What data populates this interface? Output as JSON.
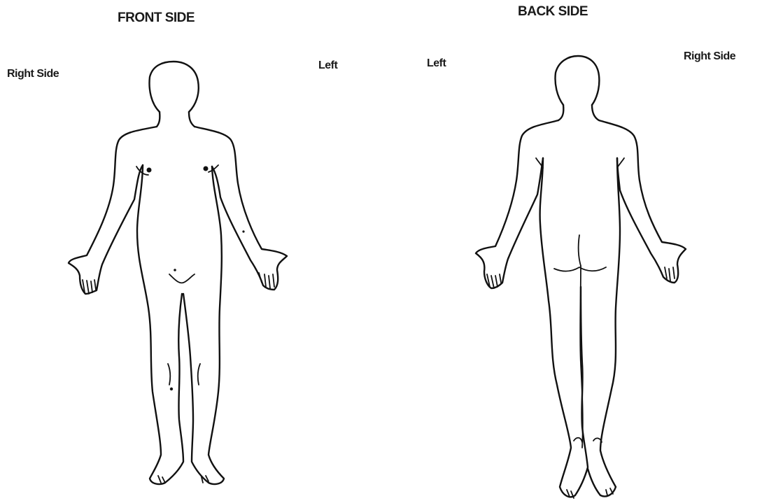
{
  "diagram": {
    "front": {
      "title": "FRONT SIDE",
      "right_label": "Right Side",
      "left_label": "Left"
    },
    "back": {
      "title": "BACK SIDE",
      "left_label": "Left",
      "right_label": "Right Side"
    },
    "colors": {
      "line": "#111111",
      "background": "#ffffff"
    }
  }
}
